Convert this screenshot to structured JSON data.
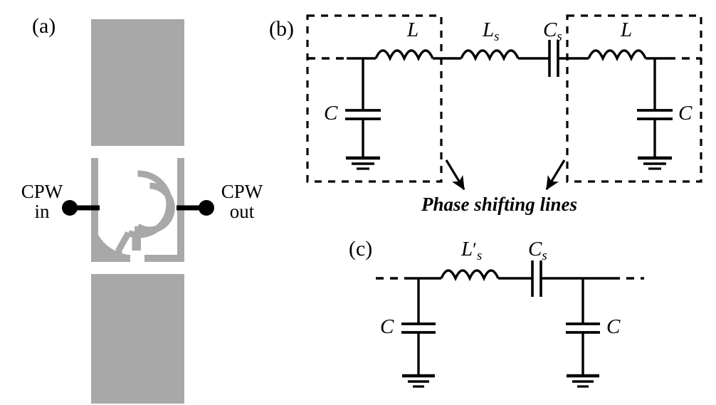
{
  "figure": {
    "panels": [
      {
        "id": "a",
        "label": "(a)"
      },
      {
        "id": "b",
        "label": "(b)"
      },
      {
        "id": "c",
        "label": "(c)"
      }
    ]
  },
  "panel_a": {
    "label": "(a)",
    "ports": [
      {
        "name": "input-port",
        "line1": "CPW",
        "line2": "in"
      },
      {
        "name": "output-port",
        "line1": "CPW",
        "line2": "out"
      }
    ],
    "colors": {
      "metal": "#a8a8a8",
      "conductor": "#000000",
      "background": "#ffffff"
    },
    "description": "Coplanar waveguide with split ring resonator"
  },
  "panel_b": {
    "label": "(b)",
    "components": [
      {
        "name": "inductor-L-left",
        "symbol": "L",
        "sub": "",
        "type": "inductor"
      },
      {
        "name": "capacitor-C-left",
        "symbol": "C",
        "sub": "",
        "type": "capacitor"
      },
      {
        "name": "inductor-Ls",
        "symbol": "L",
        "sub": "s",
        "type": "inductor"
      },
      {
        "name": "capacitor-Cs",
        "symbol": "C",
        "sub": "s",
        "type": "capacitor"
      },
      {
        "name": "inductor-L-right",
        "symbol": "L",
        "sub": "",
        "type": "inductor"
      },
      {
        "name": "capacitor-C-right",
        "symbol": "C",
        "sub": "",
        "type": "capacitor"
      }
    ],
    "labels": {
      "L_left": "L",
      "C_left": "C",
      "Ls": "L",
      "Ls_sub": "s",
      "Cs": "C",
      "Cs_sub": "s",
      "L_right": "L",
      "C_right": "C"
    },
    "annotation": "Phase shifting lines"
  },
  "panel_c": {
    "label": "(c)",
    "components": [
      {
        "name": "capacitor-C-left",
        "symbol": "C",
        "sub": "",
        "type": "capacitor"
      },
      {
        "name": "inductor-Ls-prime",
        "symbol": "L",
        "sub": "s",
        "prime": "′",
        "type": "inductor"
      },
      {
        "name": "capacitor-Cs",
        "symbol": "C",
        "sub": "s",
        "type": "capacitor"
      },
      {
        "name": "capacitor-C-right",
        "symbol": "C",
        "sub": "",
        "type": "capacitor"
      }
    ],
    "labels": {
      "C_left": "C",
      "Ls_prime": "L",
      "Ls_prime_mark": "′",
      "Ls_prime_sub": "s",
      "Cs": "C",
      "Cs_sub": "s",
      "C_right": "C"
    }
  }
}
